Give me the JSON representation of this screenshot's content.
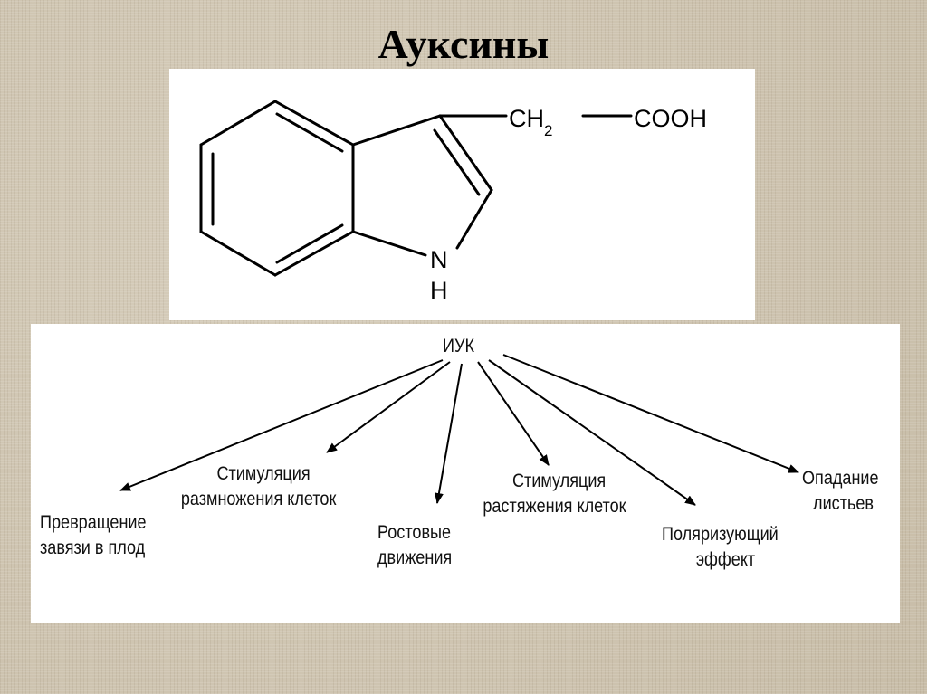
{
  "slide": {
    "title": "Ауксины"
  },
  "formula": {
    "side_chain_ch": "CH",
    "side_chain_sub": "2",
    "acid_group": "COOH",
    "ring_n": "N",
    "ring_h": "H"
  },
  "diagram": {
    "root": "ИУК",
    "effects": [
      {
        "line1": "Превращение",
        "line2": "завязи в плод"
      },
      {
        "line1": "Стимуляция",
        "line2": "размножения клеток"
      },
      {
        "line1": "Ростовые",
        "line2": "движения"
      },
      {
        "line1": "Стимуляция",
        "line2": "растяжения клеток"
      },
      {
        "line1": "Поляризующий",
        "line2": "эффект"
      },
      {
        "line1": "Опадание",
        "line2": "листьев"
      }
    ]
  }
}
